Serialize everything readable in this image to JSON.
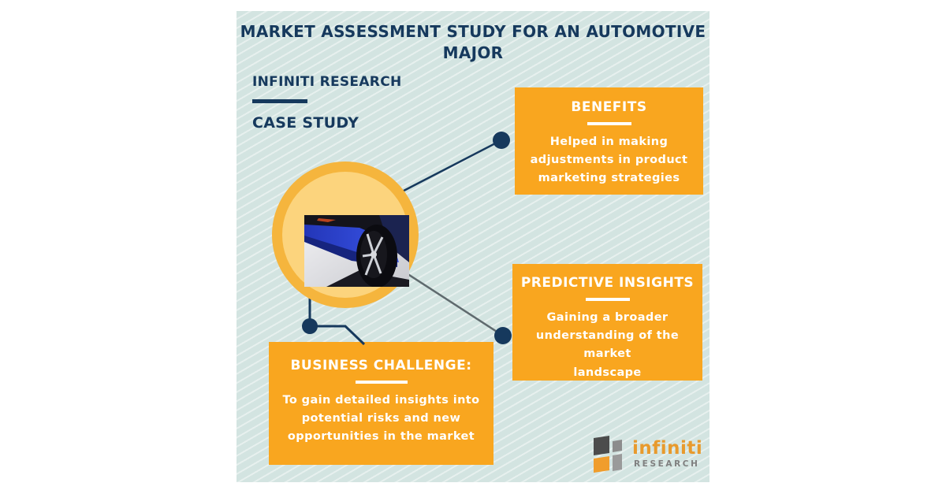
{
  "title": "MARKET ASSESSMENT STUDY FOR AN AUTOMOTIVE\nMAJOR",
  "brand": "INFINITI RESEARCH",
  "subtitle": "CASE STUDY",
  "boxes": {
    "benefits": {
      "title": "BENEFITS",
      "body": "Helped in making\nadjustments in product\nmarketing strategies"
    },
    "predictive": {
      "title": "PREDICTIVE INSIGHTS",
      "body": "Gaining a broader\nunderstanding of the market\nlandscape"
    },
    "challenge": {
      "title": "BUSINESS CHALLENGE:",
      "body": "To gain detailed insights into\npotential risks and new\nopportunities in the market"
    }
  },
  "logo": {
    "name": "infiniti",
    "tagline": "RESEARCH"
  },
  "colors": {
    "page_background": "#ffffff",
    "panel_background": "#d3e4e1",
    "accent_yellow": "#f9a61f",
    "ring_yellow": "#f5b53d",
    "ring_inner_yellow": "#fcd47d",
    "navy": "#16395d",
    "connector_gray": "#5f6a6e",
    "logo_orange": "#e89a2d",
    "logo_gray": "#7f7f7f"
  }
}
